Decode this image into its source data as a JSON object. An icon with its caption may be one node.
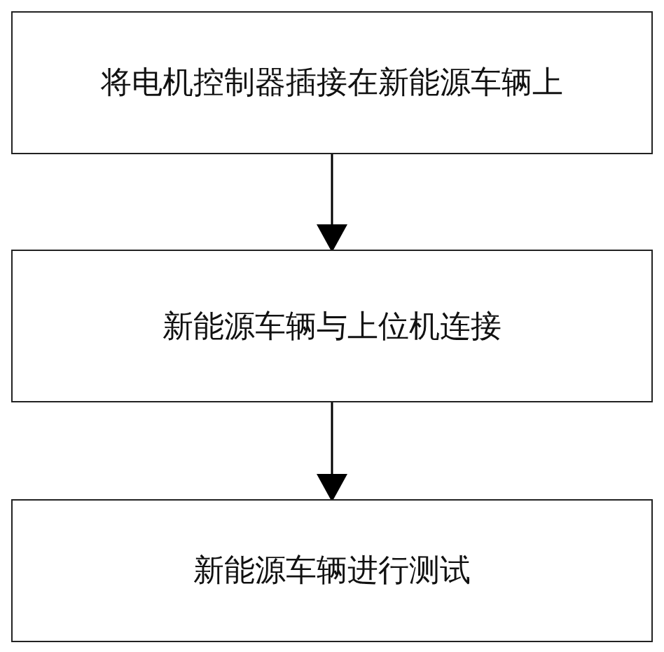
{
  "diagram": {
    "nodes": [
      {
        "text": [
          "将电机控制器插接在新能源车辆上"
        ]
      },
      {
        "text": [
          "新能源车辆与上位机连接"
        ]
      },
      {
        "text": [
          "新能源车辆进行测试"
        ]
      }
    ],
    "edges": [
      {
        "from": 0,
        "to": 1,
        "arrow": "to"
      },
      {
        "from": 1,
        "to": 2,
        "arrow": "to"
      }
    ]
  }
}
